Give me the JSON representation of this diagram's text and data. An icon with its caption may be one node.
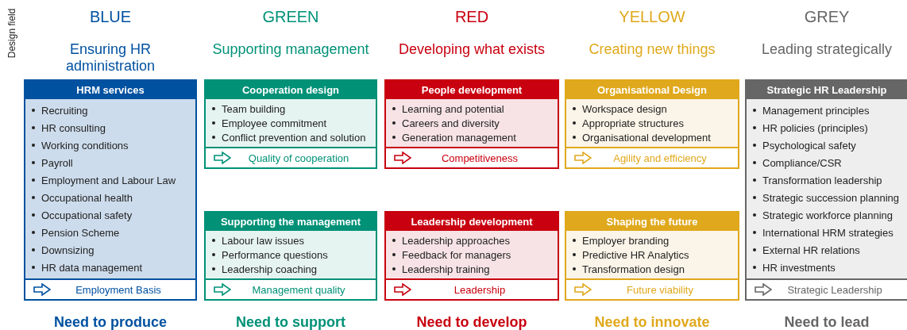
{
  "diagram": {
    "nodes": [
      {
        "text": [
          "HRM services",
          "Recruiting",
          "HR consulting",
          "Working conditions",
          "Payroll",
          "Employment and Labour Law",
          "Occupational health",
          "Occupational safety",
          "Pension Scheme",
          "Downsizing",
          "HR data management",
          "Employment Basis"
        ]
      },
      {
        "text": [
          "Cooperation design",
          "Team building",
          "Employee commitment",
          "Conflict prevention and solution",
          "Quality of cooperation"
        ]
      },
      {
        "text": [
          "People development",
          "Learning and potential",
          "Careers and diversity",
          "Generation management",
          "Competitiveness"
        ]
      },
      {
        "text": [
          "Organisational Design",
          "Workspace design",
          "Appropriate structures",
          "Organisational development",
          "Agility and efficiency"
        ]
      },
      {
        "text": [
          "Strategic HR Leadership",
          "Management principles",
          "HR policies (principles)",
          "Psychological safety",
          "Compliance/CSR",
          "Transformation leadership",
          "Strategic succession planning",
          "Strategic workforce planning",
          "International HRM strategies",
          "External HR relations",
          "HR investments",
          "Strategic Leadership"
        ]
      },
      {
        "text": [
          "Supporting the management",
          "Labour law issues",
          "Performance questions",
          "Leadership coaching",
          "Management quality"
        ]
      },
      {
        "text": [
          "Leadership development",
          "Leadership approaches",
          "Feedback for managers",
          "Leadership training",
          "Leadership"
        ]
      },
      {
        "text": [
          "Shaping the future",
          "Employer branding",
          "Predictive HR Analytics",
          "Transformation design",
          "Future viability"
        ]
      }
    ],
    "labels": [
      "Design field",
      "BLUE",
      "GREEN",
      "RED",
      "YELLOW",
      "GREY",
      "Ensuring HR administration",
      "Supporting management",
      "Developing what exists",
      "Creating new things",
      "Leading strategically",
      "Need to produce",
      "Need to support",
      "Need to develop",
      "Need to innovate",
      "Need to lead"
    ]
  }
}
